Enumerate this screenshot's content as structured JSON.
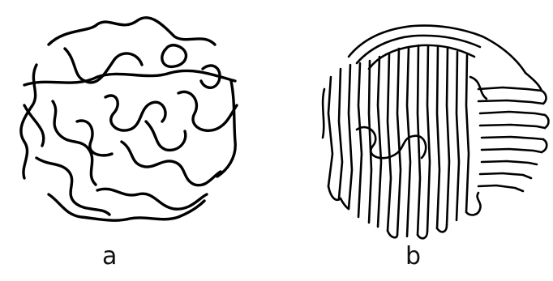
{
  "figure": {
    "panels": [
      {
        "label": "a",
        "pattern": "random-coil-chains"
      },
      {
        "label": "b",
        "pattern": "partially-aligned-chains"
      }
    ]
  },
  "colors": {
    "background": "#ffffff",
    "ink": "#000000"
  }
}
